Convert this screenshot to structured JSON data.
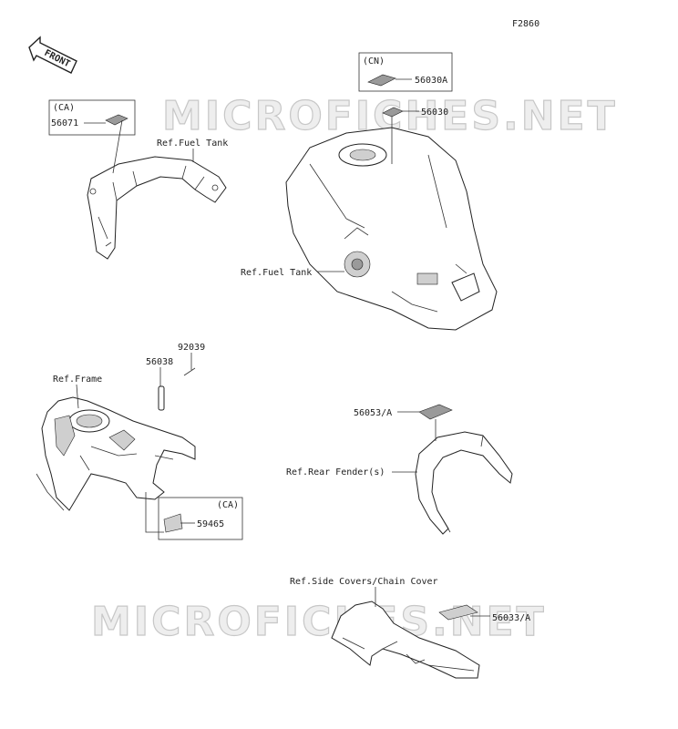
{
  "diagram": {
    "figure_id": "F2860",
    "front_label": "FRONT",
    "watermarks": [
      "MICROFICHES.NET",
      "MICROFICHES.NET"
    ],
    "region_codes": {
      "ca_a": "(CA)",
      "cn": "(CN)",
      "ca_b": "(CA)"
    },
    "part_numbers": {
      "p56071": "56071",
      "p56030A": "56030A",
      "p56030": "56030",
      "p92039": "92039",
      "p56038": "56038",
      "p56053A": "56053/A",
      "p59465": "59465",
      "p56033A": "56033/A"
    },
    "references": {
      "fuel_tank_a": "Ref.Fuel Tank",
      "fuel_tank_b": "Ref.Fuel Tank",
      "frame": "Ref.Frame",
      "rear_fender": "Ref.Rear Fender(s)",
      "side_covers": "Ref.Side Covers/Chain Cover"
    }
  }
}
